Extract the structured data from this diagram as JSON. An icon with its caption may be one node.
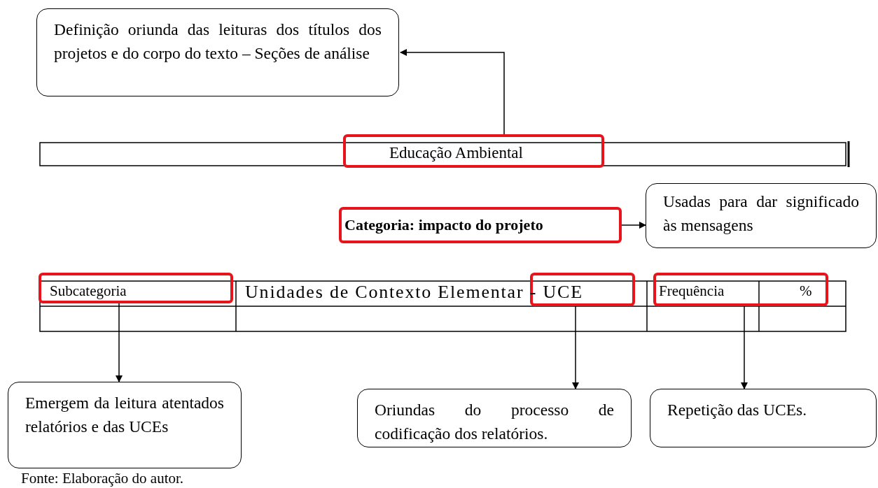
{
  "diagram": {
    "caption": "Fonte: Elaboração do autor.",
    "nodes": [
      {
        "text": [
          "Definição oriunda das leituras dos títulos dos projetos e do corpo do texto – Seções de análise"
        ]
      },
      {
        "text": [
          "Educação Ambiental"
        ]
      },
      {
        "text": [
          "Categoria: impacto do projeto"
        ]
      },
      {
        "text": [
          "Usadas para dar significado às mensagens"
        ]
      },
      {
        "text": [
          "Subcategoria"
        ]
      },
      {
        "text": [],
        "shape": "box"
      },
      {
        "text": [
          "Frequência",
          "%"
        ]
      },
      {
        "text": [
          "Emergem da leitura atentados relatórios e das UCEs"
        ]
      },
      {
        "text": [
          "Oriundas do processo de codificação dos relatórios."
        ]
      },
      {
        "text": [
          "Repetição das UCEs."
        ]
      }
    ],
    "edges": [
      {
        "from": 1,
        "to": 0,
        "arrow": "to"
      },
      {
        "from": 2,
        "to": 3,
        "arrow": "to"
      },
      {
        "from": 4,
        "to": 7,
        "arrow": "to"
      },
      {
        "from": 5,
        "to": 8,
        "arrow": "to"
      },
      {
        "from": 6,
        "to": 9,
        "arrow": "to"
      }
    ],
    "labels": [
      "Unidades de Contexto Elementar - UCE"
    ]
  }
}
